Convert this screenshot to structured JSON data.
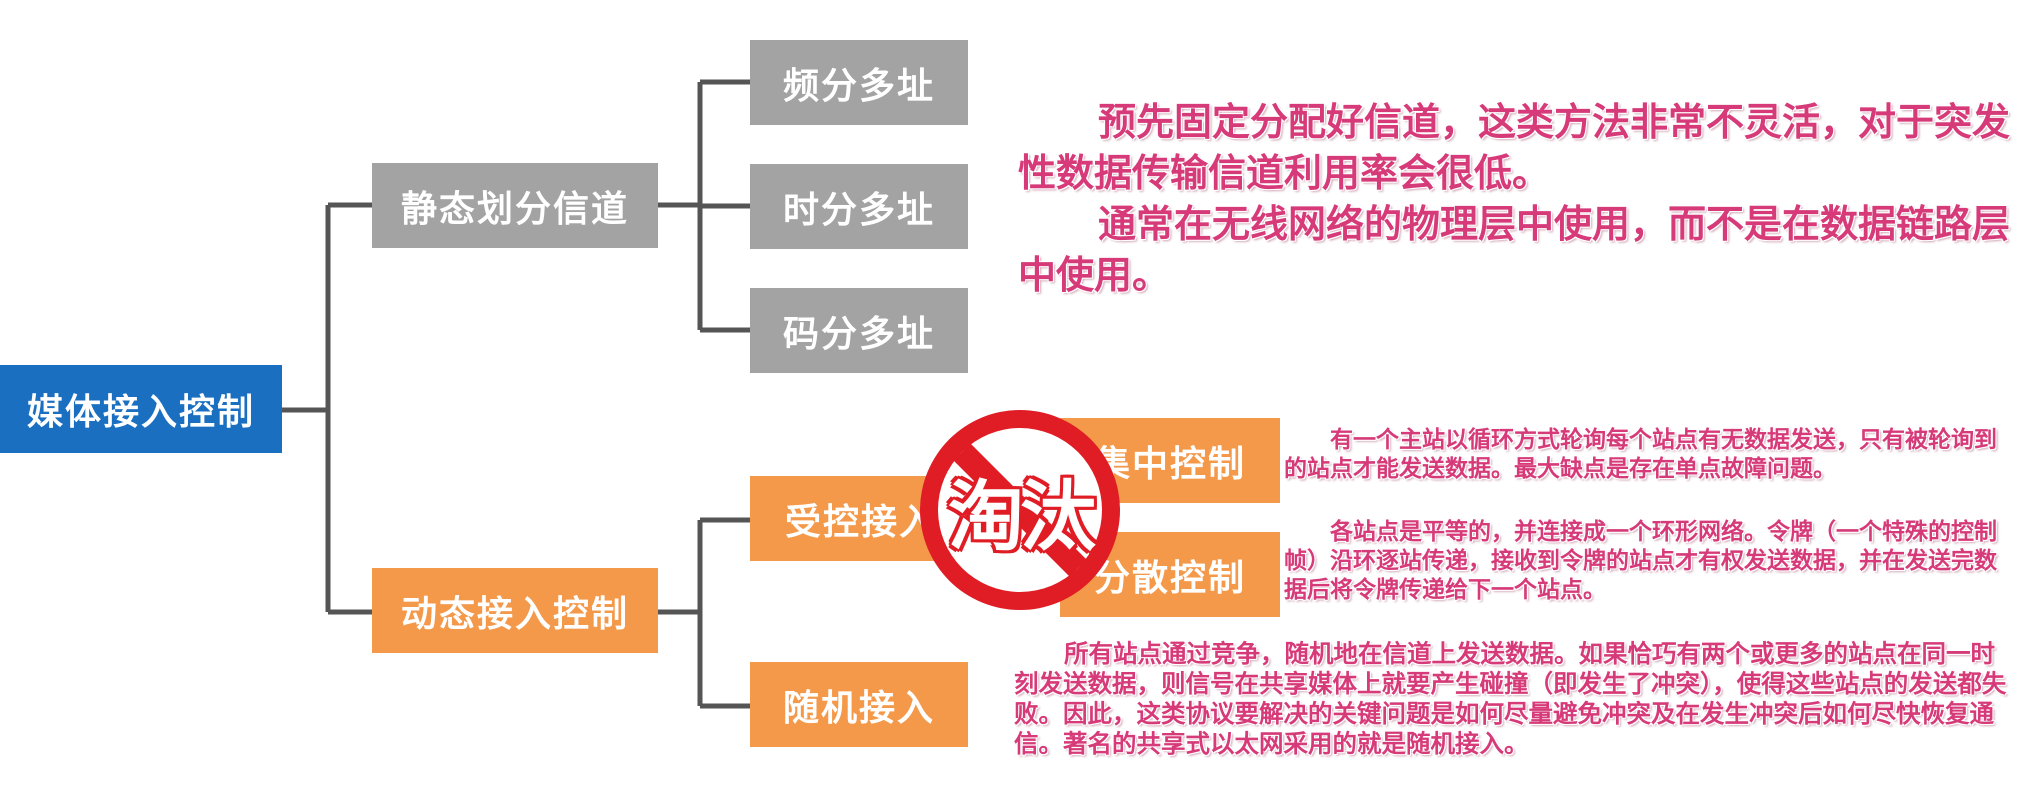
{
  "root": {
    "label": "媒体接入控制"
  },
  "static_channel": {
    "label": "静态划分信道",
    "children": [
      "频分多址",
      "时分多址",
      "码分多址"
    ]
  },
  "dynamic_access": {
    "label": "动态接入控制",
    "controlled": {
      "label": "受控接入",
      "children": [
        "集中控制",
        "分散控制"
      ]
    },
    "random": {
      "label": "随机接入"
    }
  },
  "notes": {
    "static_para1": "预先固定分配好信道，这类方法非常不灵活，对于突发性数据传输信道利用率会很低。",
    "static_para2": "通常在无线网络的物理层中使用，而不是在数据链路层中使用。",
    "centralized": "有一个主站以循环方式轮询每个站点有无数据发送，只有被轮询到的站点才能发送数据。最大缺点是存在单点故障问题。",
    "distributed": "各站点是平等的，并连接成一个环形网络。令牌（一个特殊的控制帧）沿环逐站传递，接收到令牌的站点才有权发送数据，并在发送完数据后将令牌传递给下一个站点。",
    "random": "所有站点通过竞争，随机地在信道上发送数据。如果恰巧有两个或更多的站点在同一时刻发送数据，则信号在共享媒体上就要产生碰撞（即发生了冲突），使得这些站点的发送都失败。因此，这类协议要解决的关键问题是如何尽量避免冲突及在发生冲突后如何尽快恢复通信。著名的共享式以太网采用的就是随机接入。"
  },
  "stamp": {
    "label": "淘汰"
  },
  "colors": {
    "root": "#1a6fc0",
    "static": "#a3a3a3",
    "dynamic": "#f4994a",
    "note_text": "#d63a78",
    "stamp": "#e01c24",
    "connector": "#555555"
  }
}
